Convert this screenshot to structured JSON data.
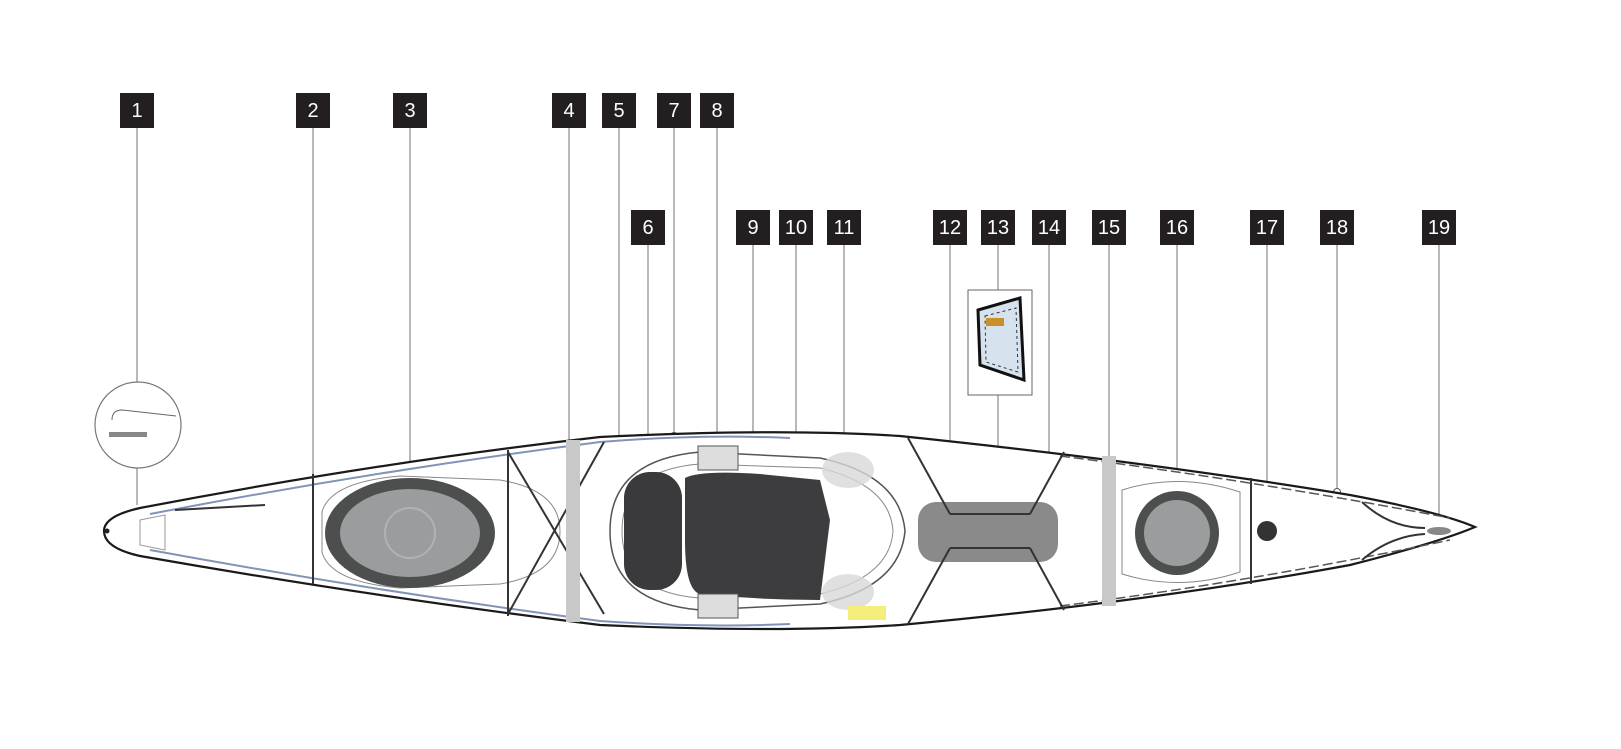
{
  "diagram": {
    "callouts": [
      "1",
      "2",
      "3",
      "4",
      "5",
      "6",
      "7",
      "8",
      "9",
      "10",
      "11",
      "12",
      "13",
      "14",
      "15",
      "16",
      "17",
      "18",
      "19"
    ],
    "colors": {
      "label_bg": "#231f20",
      "label_text": "#ffffff",
      "leader": "#8a8a8a",
      "hull_outline": "#1a1a1a",
      "deck_stripe": "#8194b8",
      "hatch_outer": "#4d4f4f",
      "hatch_inner": "#9a9c9d",
      "seat_dark": "#3a3a3c",
      "bulkhead": "#c8c8c8",
      "tag_yellow": "#f3ef7a"
    }
  }
}
